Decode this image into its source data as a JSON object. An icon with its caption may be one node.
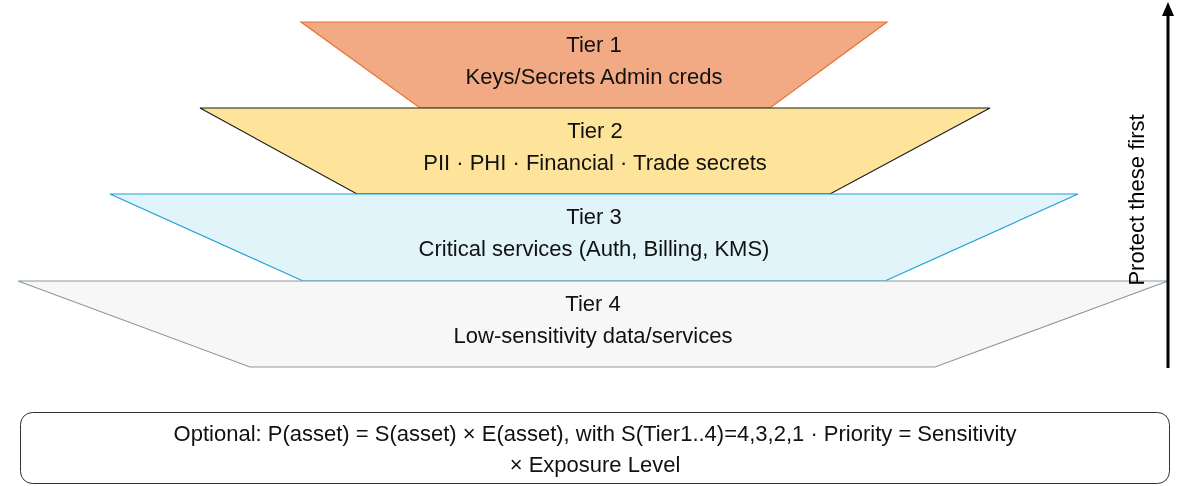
{
  "diagram": {
    "nodes": [
      {
        "text": [
          "Tier 1",
          "Keys/Secrets Admin creds"
        ]
      },
      {
        "text": [
          "Tier 2",
          "PII · PHI · Financial · Trade secrets"
        ]
      },
      {
        "text": [
          "Tier 3",
          "Critical services (Auth, Billing, KMS)"
        ]
      },
      {
        "text": [
          "Tier 4",
          "Low-sensitivity data/services"
        ]
      },
      {
        "text": [
          "Optional: P(asset) = S(asset) × E(asset), with S(Tier1..4)=4,3,2,1 · Priority = Sensitivity × Exposure Level"
        ]
      }
    ],
    "labels": [
      "Protect these first"
    ]
  }
}
